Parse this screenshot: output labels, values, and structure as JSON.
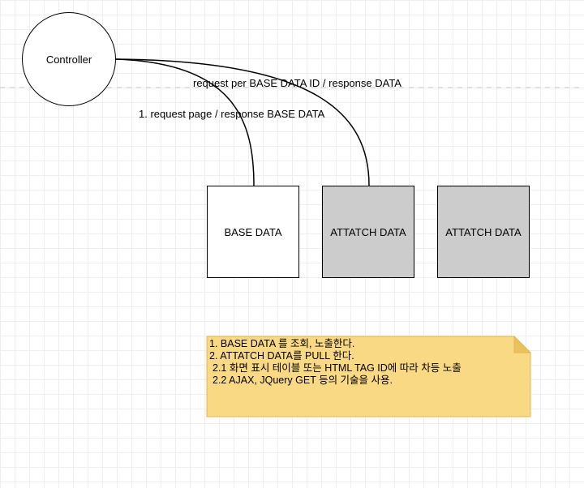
{
  "diagram": {
    "nodes": {
      "controller": "Controller",
      "base_data": "BASE DATA",
      "attach_data_1": "ATTATCH DATA",
      "attach_data_2": "ATTATCH DATA"
    },
    "edges": {
      "per_id_label": "request per BASE DATA ID / response DATA",
      "page_label": "1. request page / response BASE DATA"
    },
    "note": {
      "lines": [
        "1. BASE DATA 를 조회, 노출한다.",
        "2. ATTATCH DATA를 PULL 한다.",
        "2.1 화면 표시 테이블 또는 HTML TAG ID에 따라 차등 노출",
        "2.2 AJAX, JQuery GET 등의 기술을 사용."
      ]
    },
    "colors": {
      "note_fill": "#fad985",
      "note_stroke": "#e3b84c",
      "attach_fill": "#cccccc",
      "line": "#000000"
    }
  }
}
